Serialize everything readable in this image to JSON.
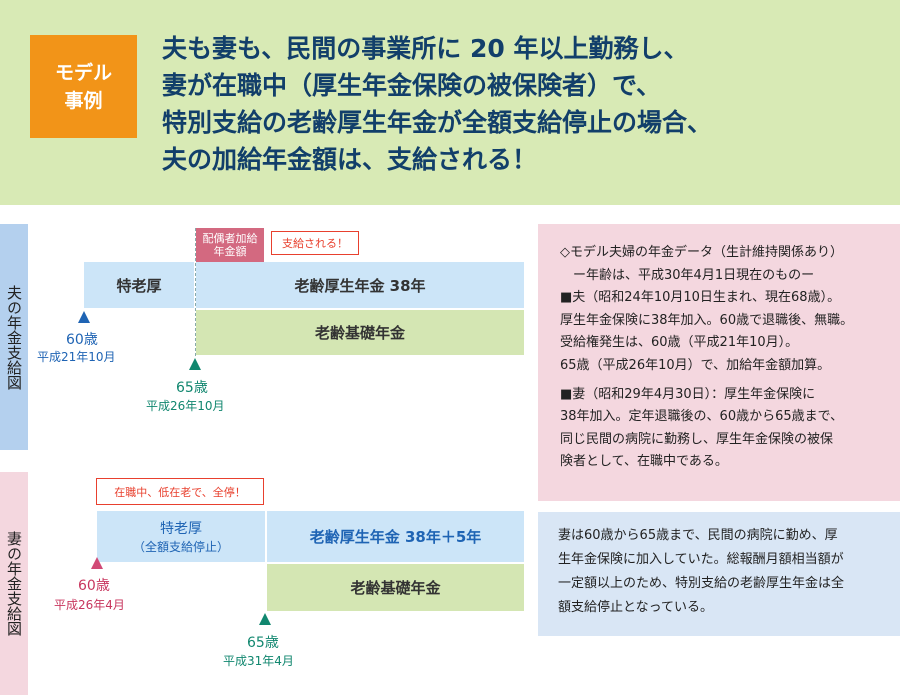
{
  "header": {
    "badge": [
      "モデル",
      "事例"
    ],
    "headline": [
      "夫も妻も、民間の事業所に 20 年以上勤務し、",
      "妻が在職中（厚生年金保険の被保険者）で、",
      "特別支給の老齢厚生年金が全額支給停止の場合、",
      "夫の加給年金額は、支給される！"
    ]
  },
  "husband": {
    "tab_label": "夫の年金支給図",
    "tokurou": "特老厚",
    "pension_bar": "老齢厚生年金 38年",
    "basic_bar": "老齢基礎年金",
    "spouse_tag": [
      "配偶者加給",
      "年金額"
    ],
    "paid_tag": "支給される！",
    "age60": "60歳",
    "date60": "平成21年10月",
    "age65": "65歳",
    "date65": "平成26年10月"
  },
  "wife": {
    "tab_label": "妻の年金支給図",
    "stop_tag": "在職中、低在老で、全停！",
    "tokurou": "特老厚",
    "tokurou_sub": "（全額支給停止）",
    "pension_bar": "老齢厚生年金 38年＋5年",
    "basic_bar": "老齢基礎年金",
    "age60": "60歳",
    "date60": "平成26年4月",
    "age65": "65歳",
    "date65": "平成31年4月"
  },
  "info": {
    "lines_a": [
      "◇モデル夫婦の年金データ（生計維持関係あり）",
      "　ー年齢は、平成30年4月1日現在のものー",
      "■夫（昭和24年10月10日生まれ、現在68歳）。",
      "厚生年金保険に38年加入。60歳で退職後、無職。",
      "受給権発生は、60歳（平成21年10月）。",
      "65歳（平成26年10月）で、加給年金額加算。"
    ],
    "lines_b": [
      "■妻（昭和29年4月30日）：厚生年金保険に",
      "38年加入。定年退職後の、60歳から65歳まで、",
      "同じ民間の病院に勤務し、厚生年金保険の被保",
      "険者として、在職中である。"
    ]
  },
  "note": {
    "lines": [
      "妻は60歳から65歳まで、民間の病院に勤め、厚",
      "生年金保険に加入していた。総報酬月額相当額が",
      "一定額以上のため、特別支給の老齢厚生年金は全",
      "額支給停止となっている。"
    ]
  },
  "colors": {
    "header_bg": "#d8eab5",
    "badge_bg": "#f29418",
    "headline": "#123f6a",
    "blue_bar": "#cce5f8",
    "green_bar": "#d4e6b3",
    "tag_pink": "#d36980",
    "alert_red": "#e8402e",
    "info_pink": "#f4d7df",
    "note_blue": "#d9e6f5"
  }
}
